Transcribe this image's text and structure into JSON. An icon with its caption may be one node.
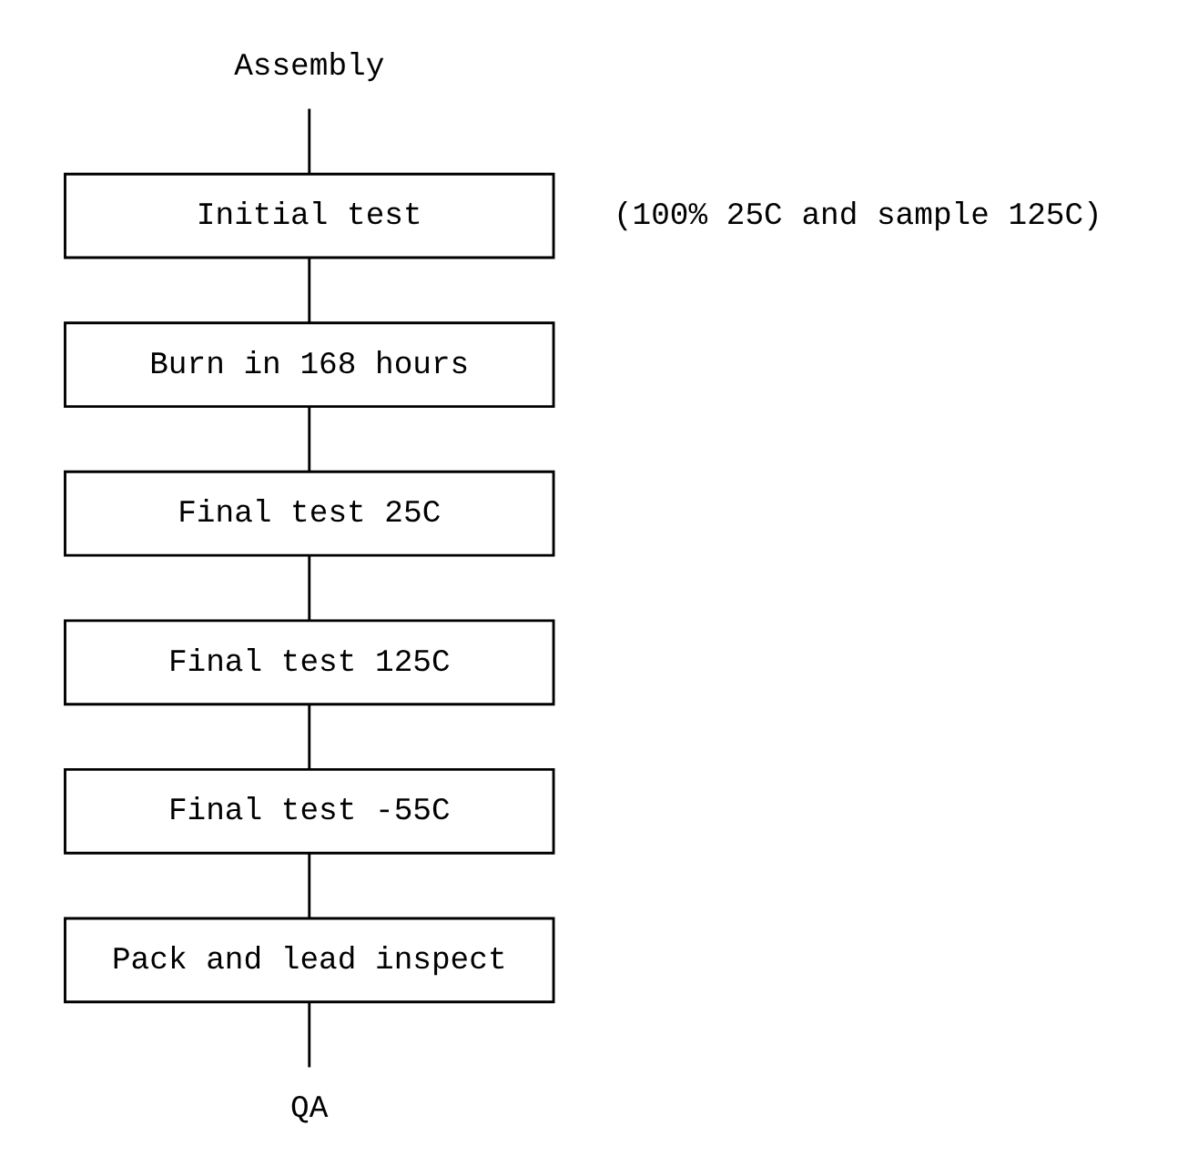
{
  "diagram": {
    "nodes": [
      {
        "text": [
          "Assembly"
        ]
      },
      {
        "text": [
          "Initial test"
        ],
        "beside": [
          "(100% 25C and sample 125C)"
        ]
      },
      {
        "text": [
          "Burn in 168 hours"
        ]
      },
      {
        "text": [
          "Final test 25C"
        ]
      },
      {
        "text": [
          "Final test 125C"
        ]
      },
      {
        "text": [
          "Final test -55C"
        ]
      },
      {
        "text": [
          "Pack and lead inspect"
        ]
      },
      {
        "text": [
          "QA"
        ]
      }
    ],
    "edges": [
      {
        "from": 0,
        "to": 1,
        "arrow": "none"
      },
      {
        "from": 1,
        "to": 2,
        "arrow": "none"
      },
      {
        "from": 2,
        "to": 3,
        "arrow": "none"
      },
      {
        "from": 3,
        "to": 4,
        "arrow": "none"
      },
      {
        "from": 4,
        "to": 5,
        "arrow": "none"
      },
      {
        "from": 5,
        "to": 6,
        "arrow": "none"
      },
      {
        "from": 6,
        "to": 7,
        "arrow": "none"
      }
    ]
  }
}
